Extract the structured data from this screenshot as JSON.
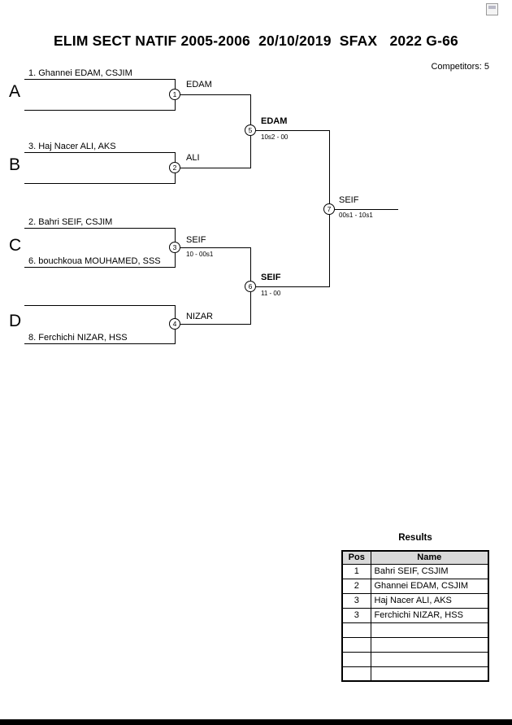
{
  "header": {
    "title": "ELIM SECT NATIF 2005-2006  20/10/2019  SFAX   2022 G-66",
    "competitors": "Competitors: 5"
  },
  "bracket": {
    "sections": [
      {
        "letter": "A",
        "top_name": "1. Ghannei EDAM, CSJIM",
        "bottom_name": "",
        "node": "1",
        "winner": "EDAM",
        "score": ""
      },
      {
        "letter": "B",
        "top_name": "3. Haj Nacer ALI, AKS",
        "bottom_name": "",
        "node": "2",
        "winner": "ALI",
        "score": ""
      },
      {
        "letter": "C",
        "top_name": "2. Bahri SEIF, CSJIM",
        "bottom_name": "6. bouchkoua MOUHAMED, SSS",
        "node": "3",
        "winner": "SEIF",
        "score": "10 - 00s1"
      },
      {
        "letter": "D",
        "top_name": "",
        "bottom_name": "8. Ferchichi NIZAR, HSS",
        "node": "4",
        "winner": "NIZAR",
        "score": ""
      }
    ],
    "semifinals": [
      {
        "node": "5",
        "winner": "EDAM",
        "score": "10s2 - 00"
      },
      {
        "node": "6",
        "winner": "SEIF",
        "score": "11 - 00"
      }
    ],
    "final": {
      "node": "7",
      "winner": "SEIF",
      "score": "00s1 - 10s1"
    }
  },
  "results": {
    "title": "Results",
    "headers": {
      "pos": "Pos",
      "name": "Name"
    },
    "rows": [
      {
        "pos": "1",
        "name": "Bahri SEIF, CSJIM"
      },
      {
        "pos": "2",
        "name": "Ghannei EDAM, CSJIM"
      },
      {
        "pos": "3",
        "name": "Haj Nacer ALI, AKS"
      },
      {
        "pos": "3",
        "name": "Ferchichi NIZAR, HSS"
      },
      {
        "pos": "",
        "name": ""
      },
      {
        "pos": "",
        "name": ""
      },
      {
        "pos": "",
        "name": ""
      },
      {
        "pos": "",
        "name": ""
      }
    ]
  }
}
